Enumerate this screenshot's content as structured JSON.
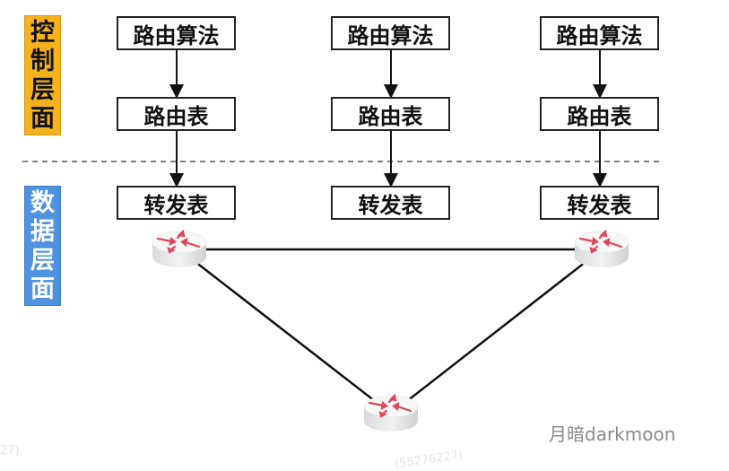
{
  "layers": {
    "control": {
      "label": [
        "控",
        "制",
        "层",
        "面"
      ],
      "color": "#f5b21d"
    },
    "data": {
      "label": [
        "数",
        "据",
        "层",
        "面"
      ],
      "color": "#4f93e0"
    }
  },
  "columns": [
    {
      "algorithm": "路由算法",
      "routing_table": "路由表",
      "forwarding_table": "转发表"
    },
    {
      "algorithm": "路由算法",
      "routing_table": "路由表",
      "forwarding_table": "转发表"
    },
    {
      "algorithm": "路由算法",
      "routing_table": "路由表",
      "forwarding_table": "转发表"
    }
  ],
  "routers": [
    {
      "name": "router-left"
    },
    {
      "name": "router-right"
    },
    {
      "name": "router-bottom"
    }
  ],
  "links": [
    [
      "router-left",
      "router-right"
    ],
    [
      "router-left",
      "router-bottom"
    ],
    [
      "router-right",
      "router-bottom"
    ]
  ],
  "watermark": "月暗darkmoon",
  "faint_watermark_1": "(55276227)",
  "faint_watermark_2": "27)"
}
